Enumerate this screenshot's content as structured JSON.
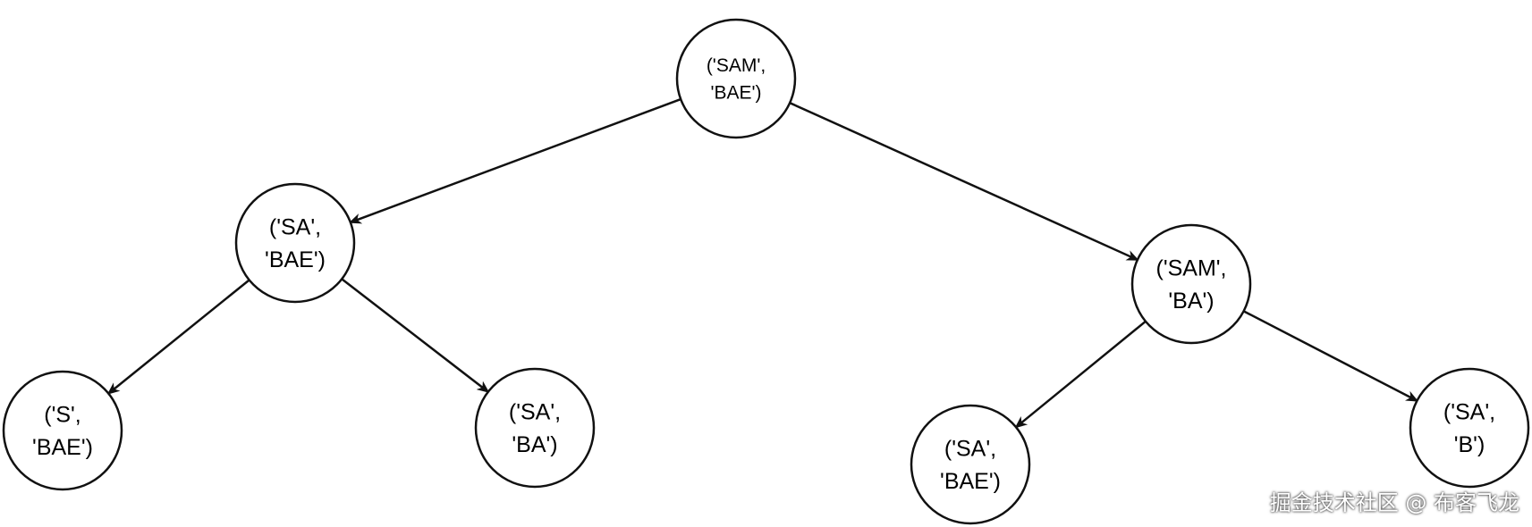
{
  "nodes": [
    {
      "id": "root",
      "lines": [
        "('SAM',",
        "'BAE')"
      ]
    },
    {
      "id": "left",
      "lines": [
        "('SA',",
        "'BAE')"
      ]
    },
    {
      "id": "right",
      "lines": [
        "('SAM',",
        "'BA')"
      ]
    },
    {
      "id": "left-left",
      "lines": [
        "('S',",
        "'BAE')"
      ]
    },
    {
      "id": "left-right",
      "lines": [
        "('SA',",
        "'BA')"
      ]
    },
    {
      "id": "right-left",
      "lines": [
        "('SA',",
        "'BAE')"
      ]
    },
    {
      "id": "right-right",
      "lines": [
        "('SA',",
        "'B')"
      ]
    }
  ],
  "edges": [
    {
      "from": "root",
      "to": "left"
    },
    {
      "from": "root",
      "to": "right"
    },
    {
      "from": "left",
      "to": "left-left"
    },
    {
      "from": "left",
      "to": "left-right"
    },
    {
      "from": "right",
      "to": "right-left"
    },
    {
      "from": "right",
      "to": "right-right"
    }
  ],
  "watermark": "掘金技术社区 @ 布客飞龙"
}
